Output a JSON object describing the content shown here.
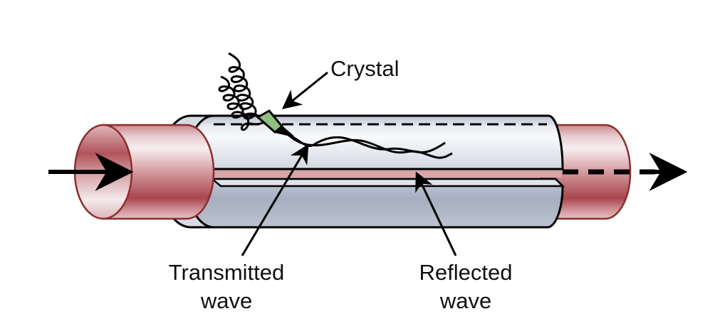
{
  "diagram": {
    "title": "Ultrasonic wave transmission and reflection in a tube with crystal transducer",
    "labels": {
      "crystal": "Crystal",
      "transmitted_line1": "Transmitted",
      "transmitted_line2": "wave",
      "reflected_line1": "Reflected",
      "reflected_line2": "wave"
    },
    "colors": {
      "outer_tube_dark": "#a8464c",
      "outer_tube_light": "#f3e6e8",
      "outer_tube_edge": "#8b2e2e",
      "inner_sleeve_light": "#f2f3f6",
      "inner_sleeve_mid": "#d5d9e2",
      "inner_sleeve_dark": "#a8b1c2",
      "slot_fill": "#d9a4a8",
      "crystal_green": "#8fbf7f",
      "line": "#000000"
    },
    "components": [
      {
        "id": "inlet-tube",
        "description": "Red cylinder on left with flow arrow entering"
      },
      {
        "id": "sleeve",
        "description": "Grey split cylindrical sleeve with longitudinal slot"
      },
      {
        "id": "outlet-tube",
        "description": "Red cylinder on right with dashed arrow exiting"
      },
      {
        "id": "crystal",
        "description": "Green crystal transducer with coiled lead wires"
      },
      {
        "id": "transmitted-wave",
        "description": "Wavy line from crystal"
      },
      {
        "id": "reflected-wave",
        "description": "Second wavy line"
      }
    ]
  }
}
